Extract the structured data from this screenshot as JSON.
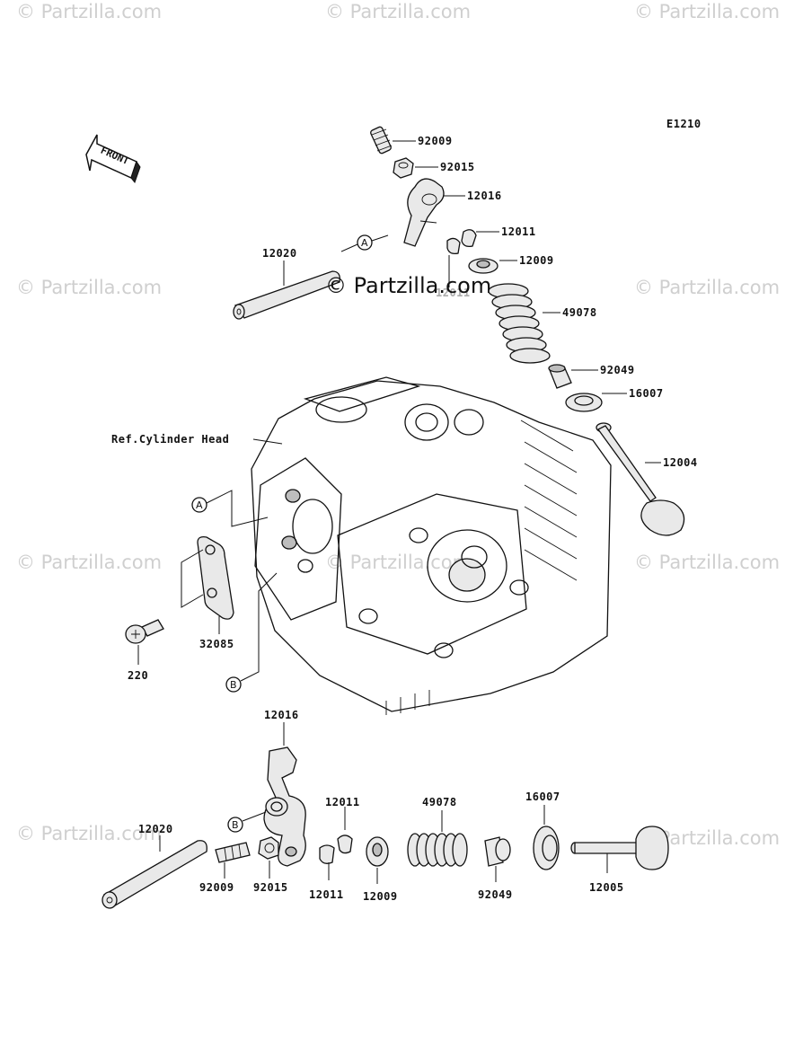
{
  "watermarks": {
    "small": "© Partzilla.com",
    "center": "© Partzilla.com"
  },
  "diagram_code": "E1210",
  "front_label": "FRONT",
  "ref_label": "Ref.Cylinder Head",
  "refs": {
    "a": "A",
    "b": "B"
  },
  "upper_parts": {
    "p92009": "92009",
    "p92015": "92015",
    "p12016": "12016",
    "p12020": "12020",
    "p12011": "12011",
    "p12011b": "12011",
    "p12009": "12009",
    "p49078": "49078",
    "p92049": "92049",
    "p16007": "16007",
    "p12004": "12004",
    "p32085": "32085",
    "p220": "220"
  },
  "lower_parts": {
    "p12016": "12016",
    "p12011a": "12011",
    "p49078": "49078",
    "p16007": "16007",
    "p12020": "12020",
    "p92009": "92009",
    "p92015": "92015",
    "p12011b": "12011",
    "p12009": "12009",
    "p92049": "92049",
    "p12005": "12005"
  }
}
